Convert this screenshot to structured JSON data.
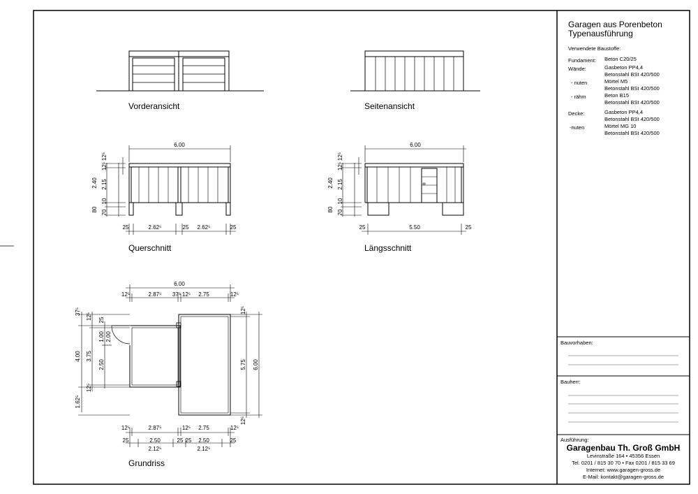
{
  "title": {
    "line1": "Garagen aus Porenbeton",
    "line2": "Typenausführung"
  },
  "materials": {
    "heading": "Verwendete Baustoffe:",
    "rows": [
      {
        "key": "Fundament:",
        "values": [
          "Beton C20/25"
        ]
      },
      {
        "key": "Wände:",
        "values": [
          "Gasbeton PP4,4",
          "Betonstahl BSt 420/500"
        ]
      },
      {
        "key": "- nuten",
        "values": [
          "Mörtel M5",
          "Betonstahl BSt 420/500"
        ]
      },
      {
        "key": "- rähm",
        "values": [
          "Beton B15",
          "Betonstahl BSt 420/500"
        ]
      },
      {
        "key": "Decke:",
        "values": [
          "Gasbeton PP4,4",
          "Betonstahl BSt 420/500"
        ]
      },
      {
        "key": "-nuten",
        "values": [
          "Mörtel MG 10",
          "Betonstahl BSt 420/500"
        ]
      }
    ]
  },
  "fields": {
    "bauvorhaben": "Bauvorhaben:",
    "bauherr": "Bauherr:",
    "ausfuehrung": "Ausführung:"
  },
  "company": {
    "name": "Garagenbau Th. Groß GmbH",
    "street": "Levinstraße 164 • 45356 Essen",
    "phone": "Tel. 0201 / 815 30 70 • Fax 0201 / 815 33 69",
    "internet": "Internet: www.garagen-gross.de",
    "email": "E-Mail: kontakt@garagen-gross.de"
  },
  "views": {
    "front": "Vorderansicht",
    "side": "Seitenansicht",
    "cross": "Querschnitt",
    "long": "Längsschnitt",
    "plan": "Grundriss"
  },
  "dims": {
    "cross": {
      "total": "6.00",
      "h_a": "2.40",
      "h_b": "2.15",
      "f_a": "80",
      "f_b": "70",
      "f_c": "10",
      "roof": "12⁵",
      "roof2": "12⁵",
      "b1": "25",
      "b2": "2.62⁵",
      "b3": "25",
      "b4": "2.62⁵",
      "b5": "25"
    },
    "long": {
      "total": "6.00",
      "h_a": "2.40",
      "h_b": "2.15",
      "f_a": "80",
      "f_b": "70",
      "f_c": "10",
      "roof": "12⁵",
      "roof2": "12⁵",
      "b1": "25",
      "b2": "5.50",
      "b3": "25"
    },
    "plan": {
      "total": "6.00",
      "t1": "12⁵",
      "t2": "2.87⁵",
      "t3": "37⁵",
      "t4": "12⁵",
      "t5": "2.75",
      "t6": "12⁵",
      "l1": "37⁵",
      "l2": "12⁵",
      "l3": "25",
      "l4": "1.00",
      "l5": "2.00",
      "l6": "4.00",
      "l7": "3.75",
      "l8": "2.50",
      "l9": "12⁵",
      "l10": "1.62⁵",
      "r1": "12⁵",
      "r2": "5.75",
      "r3": "6.00",
      "r4": "12⁵",
      "bot1": "12⁵",
      "bot2": "2.87⁵",
      "bot3": "12⁵",
      "bot4": "2.75",
      "bot5": "12⁵",
      "bb1": "25",
      "bb2": "2.50",
      "bb3": "25",
      "bb4": "25",
      "bb5": "2.50",
      "bb6": "25",
      "bc1": "2.12⁵",
      "bc2": "2.12⁵"
    }
  }
}
